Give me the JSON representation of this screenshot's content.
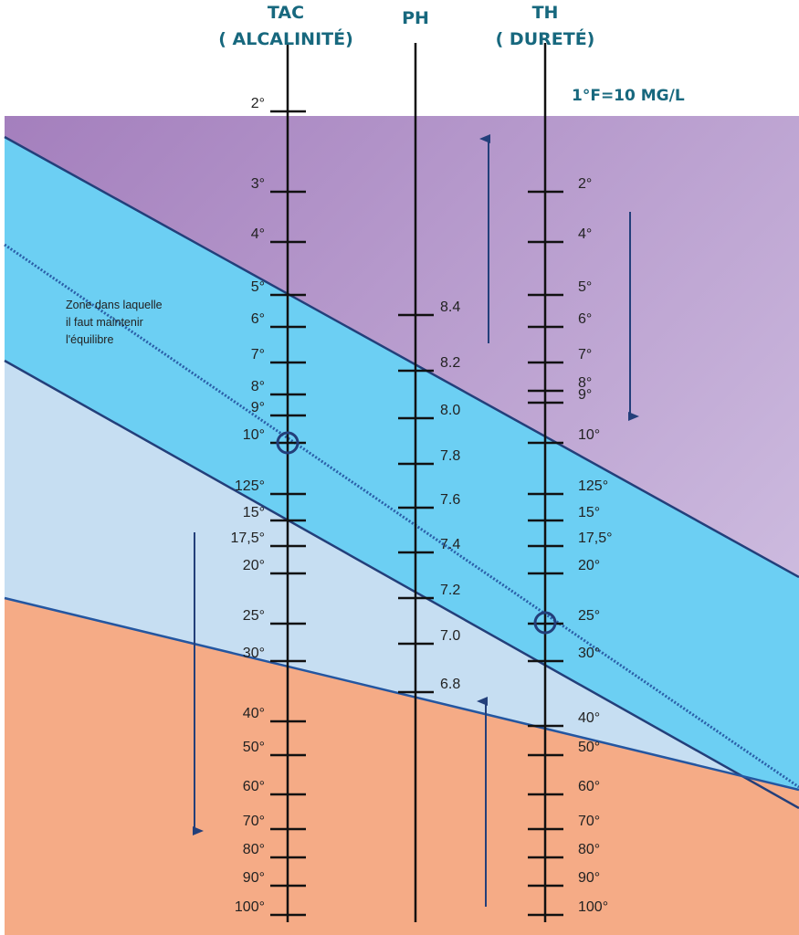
{
  "headers": {
    "tac_title": "TAC",
    "tac_subtitle": "( ALCALINITÉ)",
    "ph_title": "PH",
    "th_title": "TH",
    "th_subtitle": "( DURETÉ)",
    "unit_note": "1°F=10 MG/L"
  },
  "zone_note": [
    "Zone dans laquelle",
    "il faut maintenir",
    "l'équilibre"
  ],
  "tac_scale": [
    "2°",
    "3°",
    "4°",
    "5°",
    "6°",
    "7°",
    "8°",
    "9°",
    "10°",
    "125°",
    "15°",
    "17,5°",
    "20°",
    "25°",
    "30°",
    "40°",
    "50°",
    "60°",
    "70°",
    "80°",
    "90°",
    "100°"
  ],
  "ph_scale": [
    "8.4",
    "8.2",
    "8.0",
    "7.8",
    "7.6",
    "7.4",
    "7.2",
    "7.0",
    "6.8"
  ],
  "th_scale": [
    "2°",
    "4°",
    "5°",
    "6°",
    "7°",
    "8°",
    "9°",
    "10°",
    "125°",
    "15°",
    "17,5°",
    "20°",
    "25°",
    "30°",
    "40°",
    "50°",
    "60°",
    "70°",
    "80°",
    "90°",
    "100°"
  ],
  "colors": {
    "purple_zone": "#a985c1",
    "balance_zone": "#6ccff3",
    "light_zone": "#c6def2",
    "orange_zone": "#f5ab86",
    "line": "#233f7a",
    "header_text": "#17687e"
  }
}
